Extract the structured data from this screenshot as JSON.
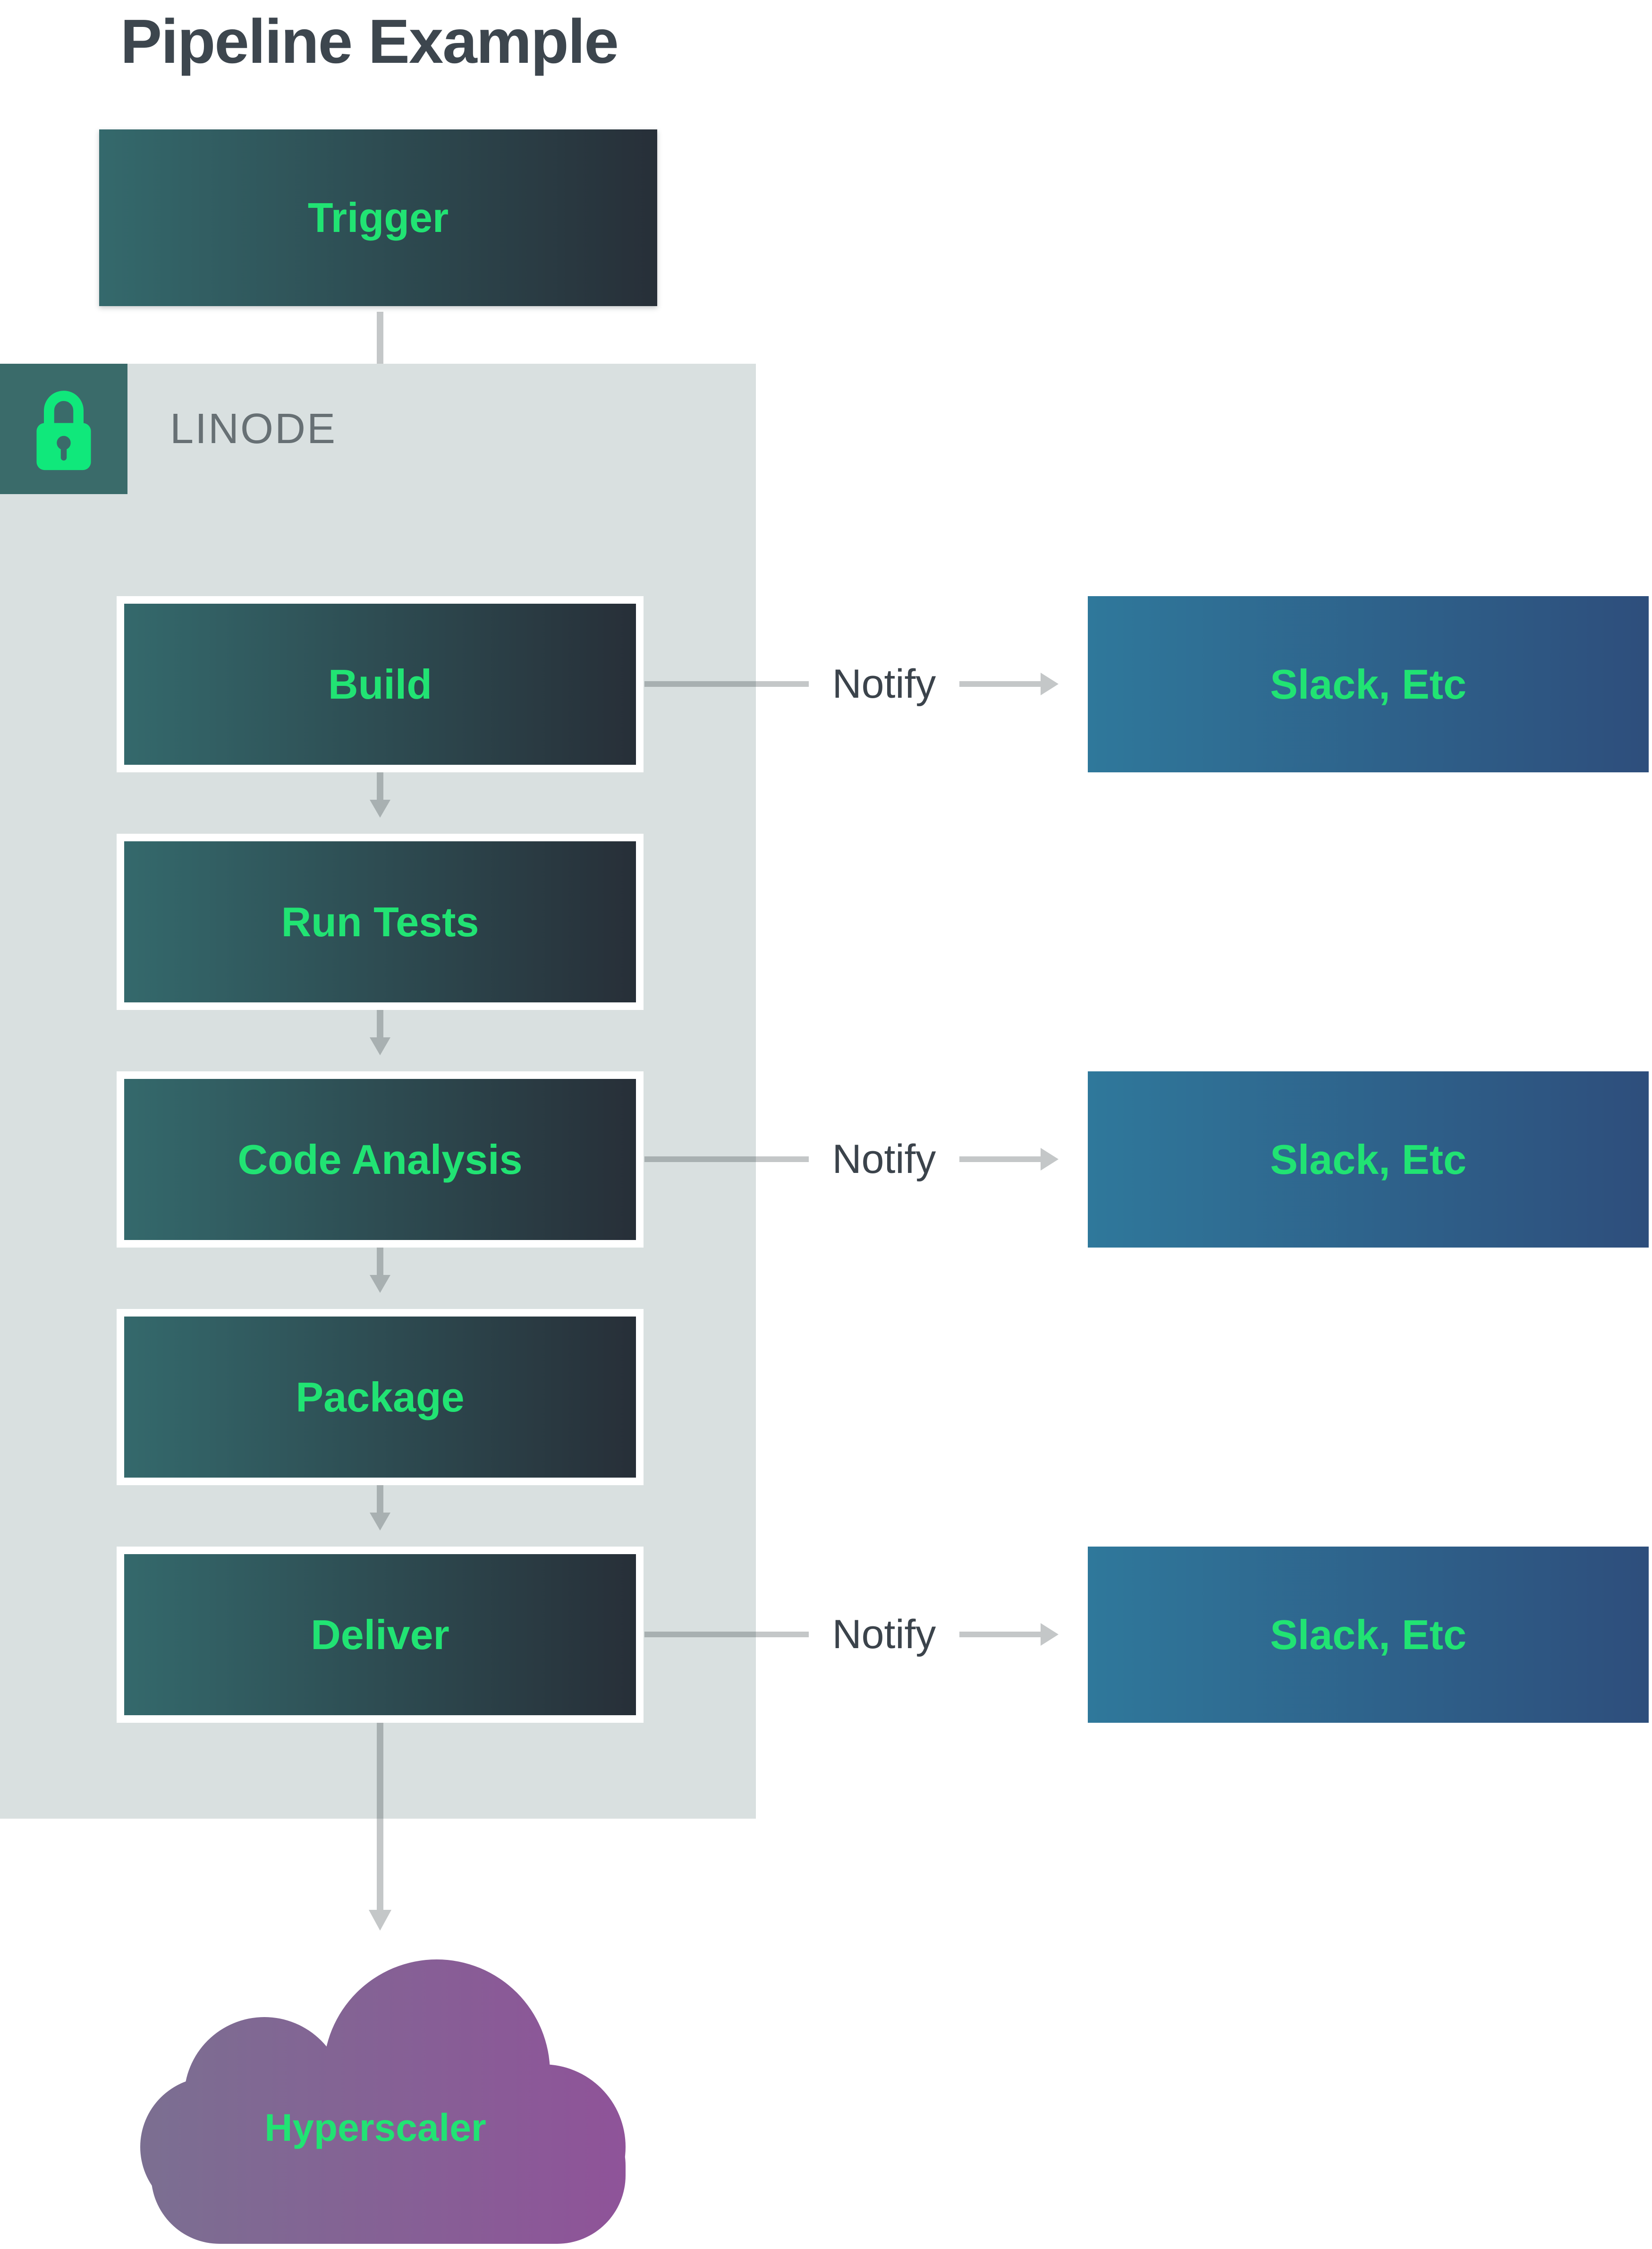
{
  "title": "Pipeline Example",
  "trigger": {
    "label": "Trigger"
  },
  "linode": {
    "label": "LINODE",
    "icon": "lock-icon"
  },
  "stages": [
    {
      "label": "Build",
      "notify": true
    },
    {
      "label": "Run Tests",
      "notify": false
    },
    {
      "label": "Code Analysis",
      "notify": true
    },
    {
      "label": "Package",
      "notify": false
    },
    {
      "label": "Deliver",
      "notify": true
    }
  ],
  "notify": {
    "label": "Notify",
    "target_label": "Slack, Etc"
  },
  "cloud": {
    "label": "Hyperscaler"
  },
  "colors": {
    "accent_green": "#21e373",
    "title_text": "#3d464e",
    "notify_text": "#3b434b",
    "linode_text": "#677074",
    "container_bg": "#d9e0e0",
    "lock_tile_bg": "#3a6b6a",
    "stage_gradient_left": "#34696c",
    "stage_gradient_right": "#272f38",
    "notify_gradient_left": "#2f789b",
    "notify_gradient_right": "#2e4e7c",
    "cloud_gradient_left": "#7b6f91",
    "cloud_gradient_right": "#8f5399",
    "connector_gray": "rgba(28,38,42,0.26)"
  }
}
